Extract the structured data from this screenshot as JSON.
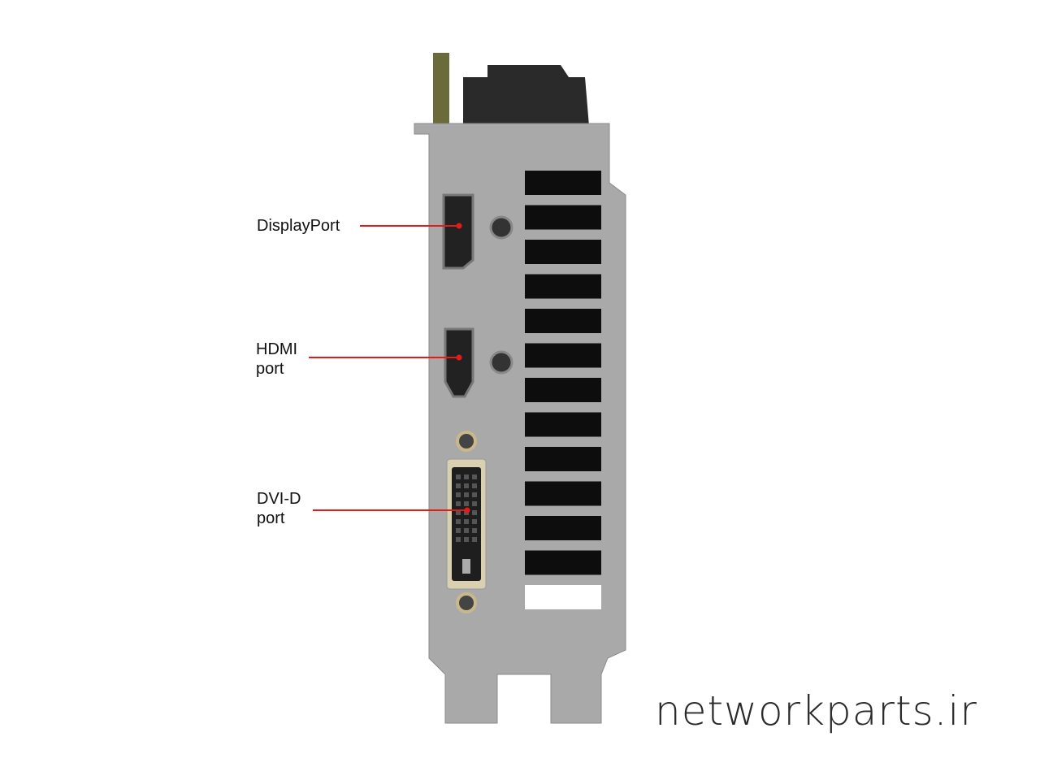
{
  "labels": {
    "displayport": "DisplayPort",
    "hdmi_line1": "HDMI",
    "hdmi_line2": "port",
    "dvi_line1": "DVI-D",
    "dvi_line2": "port"
  },
  "watermark": "networkparts.ir",
  "colors": {
    "callout": "#e31b1b",
    "bracket": "#a9a9a9",
    "text": "#111111"
  }
}
